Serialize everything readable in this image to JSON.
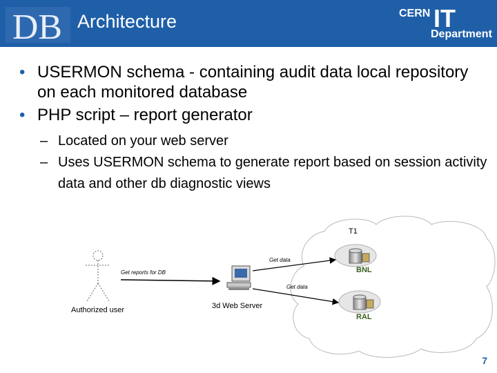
{
  "header": {
    "logo_text": "DB",
    "title": "Architecture",
    "cern_logo_text": "CERN",
    "it_logo_text": "IT",
    "department_text": "Department"
  },
  "bullets": [
    {
      "text": "USERMON schema - containing audit data local repository on each monitored database"
    },
    {
      "text": "PHP script – report generator"
    }
  ],
  "sub_bullets": [
    {
      "text": "Located on your web server"
    },
    {
      "text": "Uses USERMON schema to generate report based on session activity data and other db diagnostic views"
    }
  ],
  "bullet_symbol": "•",
  "sub_bullet_symbol": "–",
  "diagram": {
    "cloud_label": "T1",
    "user_label": "Authorized user",
    "request_label": "Get reports for DB",
    "server_label": "3d Web Server",
    "get_data_top": "Get data",
    "get_data_bottom": "Get data",
    "db_top_label": "BNL",
    "db_bottom_label": "RAL"
  },
  "page_number": "7",
  "colors": {
    "header_bg": "#1f5fa8",
    "bullet_accent": "#1f5fa8",
    "db_label": "#3b5f1e"
  },
  "icons": {
    "user": "stick-figure-icon",
    "server": "computer-icon",
    "database": "database-icon"
  }
}
